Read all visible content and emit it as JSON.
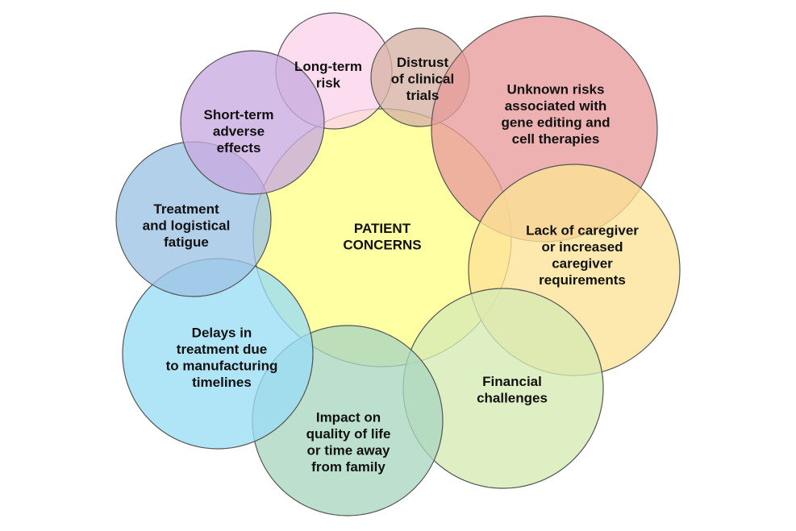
{
  "center": {
    "lines": [
      "PATIENT",
      "CONCERNS"
    ],
    "color": "#ffff99"
  },
  "concerns": [
    {
      "id": "long-term-risk",
      "lines": [
        "Long-term",
        "risk"
      ],
      "color": "#fbd3ea"
    },
    {
      "id": "distrust-of-clinical-trials",
      "lines": [
        "Distrust",
        "of clinical",
        "trials"
      ],
      "color": "#d6b2a4"
    },
    {
      "id": "unknown-risks",
      "lines": [
        "Unknown risks",
        "associated with",
        "gene editing and",
        "cell therapies"
      ],
      "color": "#e89b9b"
    },
    {
      "id": "caregiver",
      "lines": [
        "Lack of caregiver",
        "or increased",
        "caregiver",
        "requirements"
      ],
      "color": "#fde396"
    },
    {
      "id": "financial-challenges",
      "lines": [
        "Financial",
        "challenges"
      ],
      "color": "#d6eab4"
    },
    {
      "id": "quality-of-life",
      "lines": [
        "Impact on",
        "quality of life",
        "or time away",
        "from family"
      ],
      "color": "#a9d6c0"
    },
    {
      "id": "delays-in-treatment",
      "lines": [
        "Delays in",
        "treatment due",
        "to manufacturing",
        "timelines"
      ],
      "color": "#9adcf5"
    },
    {
      "id": "treatment-fatigue",
      "lines": [
        "Treatment",
        "and logistical",
        "fatigue"
      ],
      "color": "#9dc3e6"
    },
    {
      "id": "short-term-adverse-effects",
      "lines": [
        "Short-term",
        "adverse",
        "effects"
      ],
      "color": "#c8abdf"
    }
  ]
}
